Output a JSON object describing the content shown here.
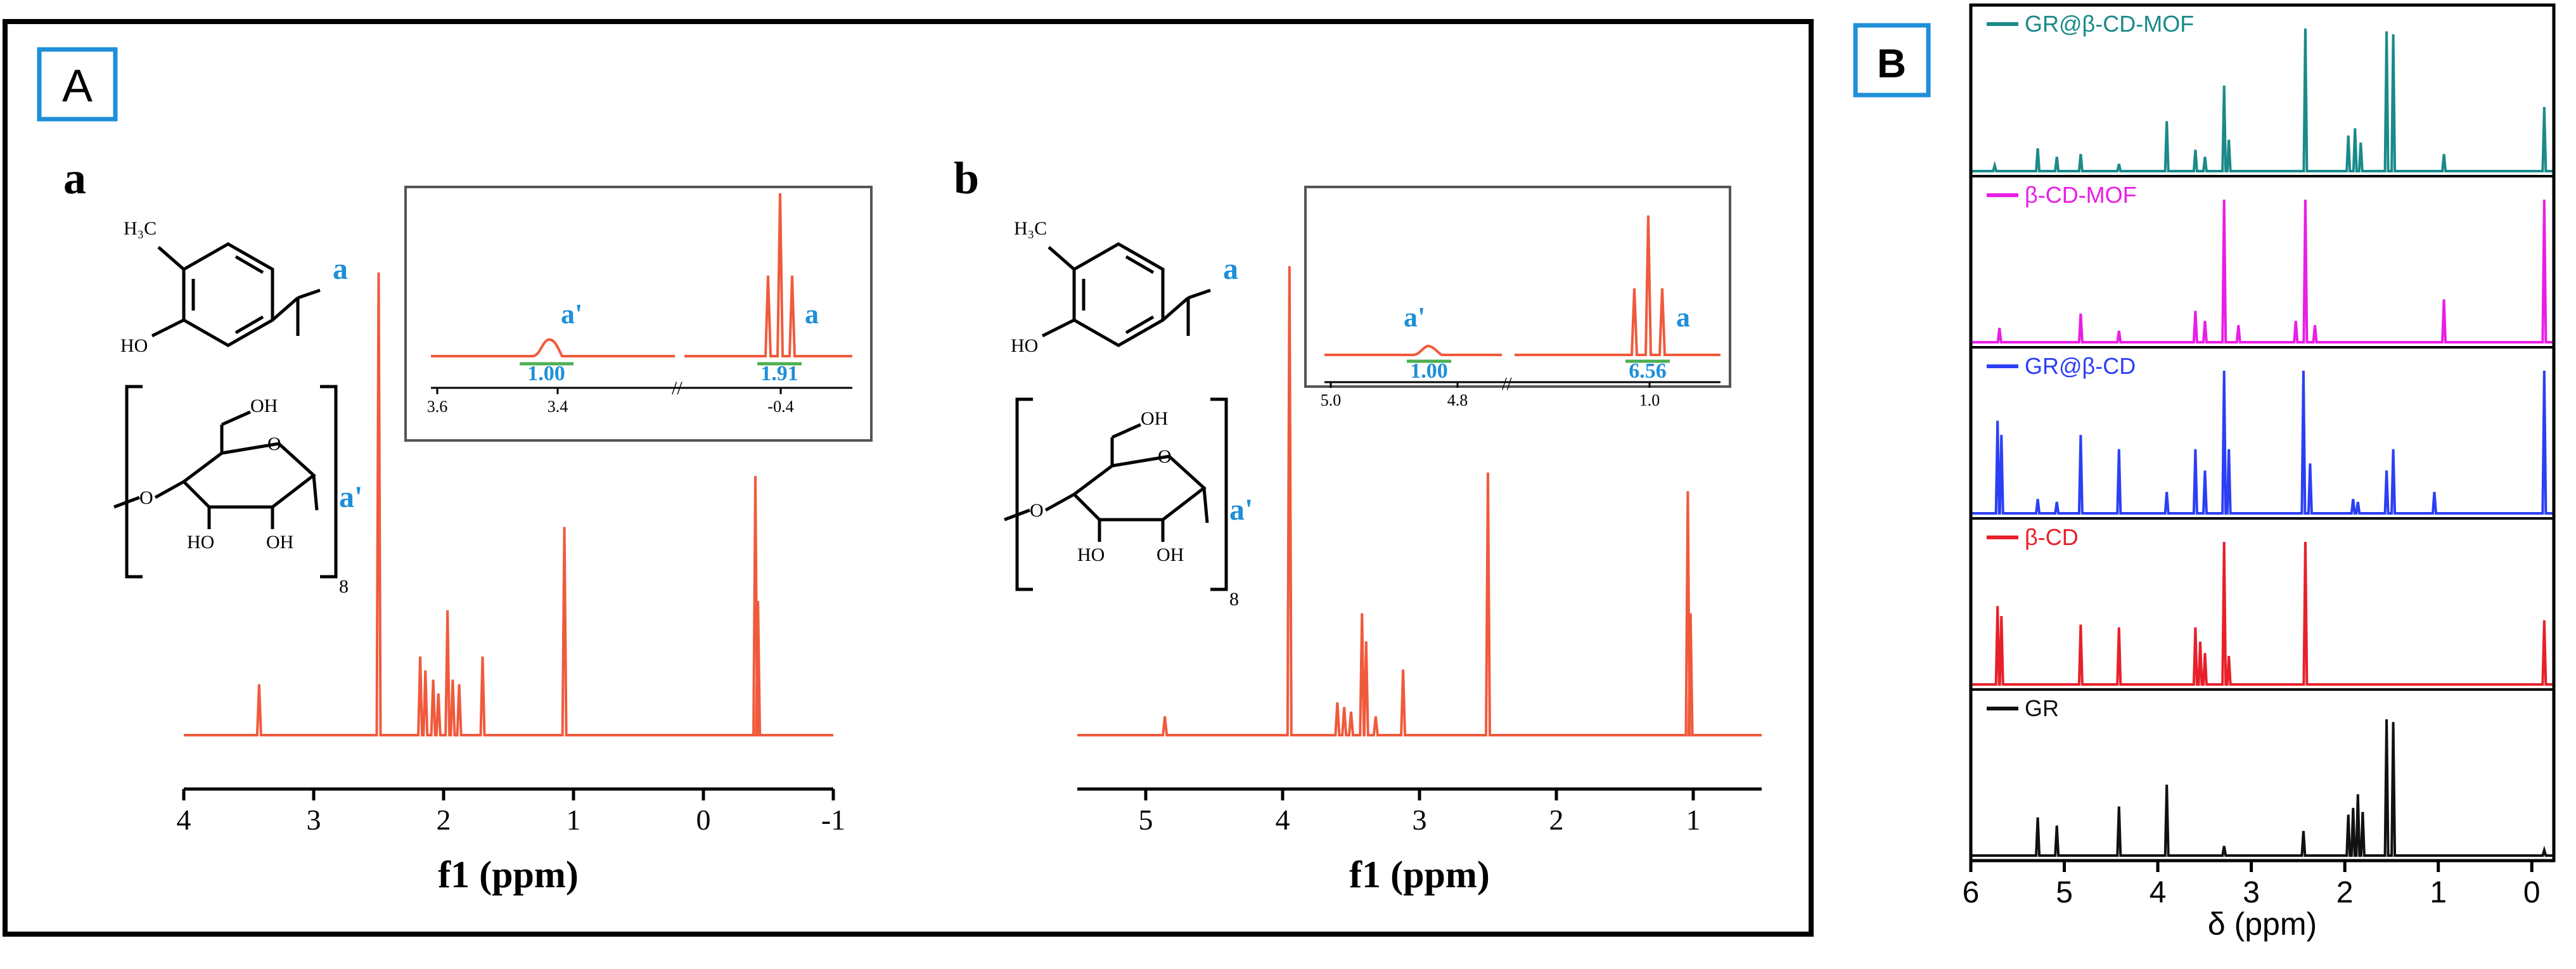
{
  "panel_A": {
    "label": "A",
    "x_axis_label": "f1 (ppm)"
  },
  "panel_B": {
    "label": "B"
  },
  "structure_labels": {
    "methyl": "H₃C",
    "hydroxyl": "HO",
    "oh": "OH",
    "repeat": "8",
    "proton_a": "a",
    "proton_a_prime": "a'"
  },
  "colors": {
    "nmr_red": "#f05a3c",
    "label_blue": "#1e8fd8",
    "integral_green": "#4caf50",
    "frame": "#000000",
    "panel_label_border": "#1e8fd8"
  },
  "chart_data": [
    {
      "id": "a",
      "type": "line",
      "label": "a",
      "xlabel": "f1 (ppm)",
      "ylabel": "",
      "xlim": [
        4,
        -1
      ],
      "xticks": [
        "4",
        "3",
        "2",
        "1",
        "0",
        "-1"
      ],
      "xtick_values": [
        4,
        3,
        2,
        1,
        0,
        -1
      ],
      "grid": false,
      "peaks": [
        {
          "ppm": 3.42,
          "height": 0.11
        },
        {
          "ppm": 2.5,
          "height": 1.0
        },
        {
          "ppm": 2.18,
          "height": 0.17
        },
        {
          "ppm": 2.14,
          "height": 0.14
        },
        {
          "ppm": 2.08,
          "height": 0.12
        },
        {
          "ppm": 2.04,
          "height": 0.09
        },
        {
          "ppm": 1.97,
          "height": 0.27
        },
        {
          "ppm": 1.93,
          "height": 0.12
        },
        {
          "ppm": 1.88,
          "height": 0.11
        },
        {
          "ppm": 1.7,
          "height": 0.17
        },
        {
          "ppm": 1.07,
          "height": 0.45
        },
        {
          "ppm": -0.4,
          "height": 0.56
        },
        {
          "ppm": -0.42,
          "height": 0.29
        }
      ],
      "inset": {
        "xticks": [
          "3.6",
          "3.4",
          "-0.4"
        ],
        "integrals": [
          "1.00",
          "1.91"
        ],
        "labels": [
          "a'",
          "a"
        ]
      }
    },
    {
      "id": "b",
      "type": "line",
      "label": "b",
      "xlabel": "f1 (ppm)",
      "ylabel": "",
      "xlim": [
        5.5,
        0.5
      ],
      "xticks": [
        "5",
        "4",
        "3",
        "2",
        "1"
      ],
      "xtick_values": [
        5,
        4,
        3,
        2,
        1
      ],
      "grid": false,
      "peaks": [
        {
          "ppm": 4.86,
          "height": 0.04
        },
        {
          "ppm": 3.95,
          "height": 1.0
        },
        {
          "ppm": 3.6,
          "height": 0.07
        },
        {
          "ppm": 3.55,
          "height": 0.06
        },
        {
          "ppm": 3.5,
          "height": 0.05
        },
        {
          "ppm": 3.42,
          "height": 0.26
        },
        {
          "ppm": 3.39,
          "height": 0.2
        },
        {
          "ppm": 3.32,
          "height": 0.04
        },
        {
          "ppm": 3.12,
          "height": 0.14
        },
        {
          "ppm": 2.5,
          "height": 0.56
        },
        {
          "ppm": 1.04,
          "height": 0.52
        },
        {
          "ppm": 1.02,
          "height": 0.26
        }
      ],
      "inset": {
        "xticks": [
          "5.0",
          "4.8",
          "1.0"
        ],
        "integrals": [
          "1.00",
          "6.56"
        ],
        "labels": [
          "a'",
          "a"
        ]
      }
    },
    {
      "id": "B",
      "type": "line",
      "label": "B",
      "xlabel": "δ (ppm)",
      "ylabel": "",
      "xlim": [
        6,
        -0.1
      ],
      "xticks": [
        "6",
        "5",
        "4",
        "3",
        "2",
        "1",
        "0"
      ],
      "xtick_values": [
        6,
        5,
        4,
        3,
        2,
        1,
        0
      ],
      "grid": false,
      "series": [
        {
          "name": "GR@β-CD-MOF",
          "color": "#1a8a8a",
          "peaks": [
            {
              "ppm": 5.75,
              "height": 0.04
            },
            {
              "ppm": 5.3,
              "height": 0.16
            },
            {
              "ppm": 5.1,
              "height": 0.1
            },
            {
              "ppm": 4.85,
              "height": 0.12
            },
            {
              "ppm": 4.45,
              "height": 0.05
            },
            {
              "ppm": 3.95,
              "height": 0.35
            },
            {
              "ppm": 3.65,
              "height": 0.15
            },
            {
              "ppm": 3.55,
              "height": 0.1
            },
            {
              "ppm": 3.35,
              "height": 0.6
            },
            {
              "ppm": 3.3,
              "height": 0.22
            },
            {
              "ppm": 2.5,
              "height": 1.0
            },
            {
              "ppm": 2.05,
              "height": 0.25
            },
            {
              "ppm": 1.98,
              "height": 0.3
            },
            {
              "ppm": 1.92,
              "height": 0.2
            },
            {
              "ppm": 1.65,
              "height": 0.98
            },
            {
              "ppm": 1.58,
              "height": 0.96
            },
            {
              "ppm": 1.05,
              "height": 0.12
            },
            {
              "ppm": 0.0,
              "height": 0.45
            }
          ]
        },
        {
          "name": "β-CD-MOF",
          "color": "#e91ee6",
          "peaks": [
            {
              "ppm": 5.7,
              "height": 0.1
            },
            {
              "ppm": 4.85,
              "height": 0.2
            },
            {
              "ppm": 4.45,
              "height": 0.08
            },
            {
              "ppm": 3.65,
              "height": 0.22
            },
            {
              "ppm": 3.55,
              "height": 0.15
            },
            {
              "ppm": 3.35,
              "height": 1.0
            },
            {
              "ppm": 3.2,
              "height": 0.12
            },
            {
              "ppm": 2.6,
              "height": 0.15
            },
            {
              "ppm": 2.5,
              "height": 1.0
            },
            {
              "ppm": 2.4,
              "height": 0.12
            },
            {
              "ppm": 1.05,
              "height": 0.3
            },
            {
              "ppm": 0.0,
              "height": 1.0
            }
          ]
        },
        {
          "name": "GR@β-CD",
          "color": "#2c3ff5",
          "peaks": [
            {
              "ppm": 5.72,
              "height": 0.65
            },
            {
              "ppm": 5.68,
              "height": 0.55
            },
            {
              "ppm": 5.3,
              "height": 0.1
            },
            {
              "ppm": 5.1,
              "height": 0.08
            },
            {
              "ppm": 4.85,
              "height": 0.55
            },
            {
              "ppm": 4.45,
              "height": 0.45
            },
            {
              "ppm": 3.95,
              "height": 0.15
            },
            {
              "ppm": 3.65,
              "height": 0.45
            },
            {
              "ppm": 3.55,
              "height": 0.3
            },
            {
              "ppm": 3.35,
              "height": 1.0
            },
            {
              "ppm": 3.3,
              "height": 0.45
            },
            {
              "ppm": 2.52,
              "height": 1.0
            },
            {
              "ppm": 2.45,
              "height": 0.35
            },
            {
              "ppm": 2.0,
              "height": 0.1
            },
            {
              "ppm": 1.95,
              "height": 0.08
            },
            {
              "ppm": 1.65,
              "height": 0.3
            },
            {
              "ppm": 1.58,
              "height": 0.45
            },
            {
              "ppm": 1.15,
              "height": 0.15
            },
            {
              "ppm": 0.0,
              "height": 1.0
            }
          ]
        },
        {
          "name": "β-CD",
          "color": "#e8202a",
          "peaks": [
            {
              "ppm": 5.72,
              "height": 0.55
            },
            {
              "ppm": 5.68,
              "height": 0.48
            },
            {
              "ppm": 4.85,
              "height": 0.42
            },
            {
              "ppm": 4.45,
              "height": 0.4
            },
            {
              "ppm": 3.65,
              "height": 0.4
            },
            {
              "ppm": 3.6,
              "height": 0.3
            },
            {
              "ppm": 3.55,
              "height": 0.22
            },
            {
              "ppm": 3.35,
              "height": 1.0
            },
            {
              "ppm": 3.3,
              "height": 0.2
            },
            {
              "ppm": 2.5,
              "height": 1.0
            },
            {
              "ppm": 0.0,
              "height": 0.45
            }
          ]
        },
        {
          "name": "GR",
          "color": "#111111",
          "peaks": [
            {
              "ppm": 5.3,
              "height": 0.28
            },
            {
              "ppm": 5.1,
              "height": 0.22
            },
            {
              "ppm": 4.45,
              "height": 0.36
            },
            {
              "ppm": 3.95,
              "height": 0.52
            },
            {
              "ppm": 3.35,
              "height": 0.07
            },
            {
              "ppm": 2.52,
              "height": 0.18
            },
            {
              "ppm": 2.05,
              "height": 0.3
            },
            {
              "ppm": 2.0,
              "height": 0.35
            },
            {
              "ppm": 1.95,
              "height": 0.45
            },
            {
              "ppm": 1.9,
              "height": 0.32
            },
            {
              "ppm": 1.65,
              "height": 1.0
            },
            {
              "ppm": 1.58,
              "height": 0.98
            },
            {
              "ppm": 0.0,
              "height": 0.04
            }
          ]
        }
      ]
    }
  ]
}
